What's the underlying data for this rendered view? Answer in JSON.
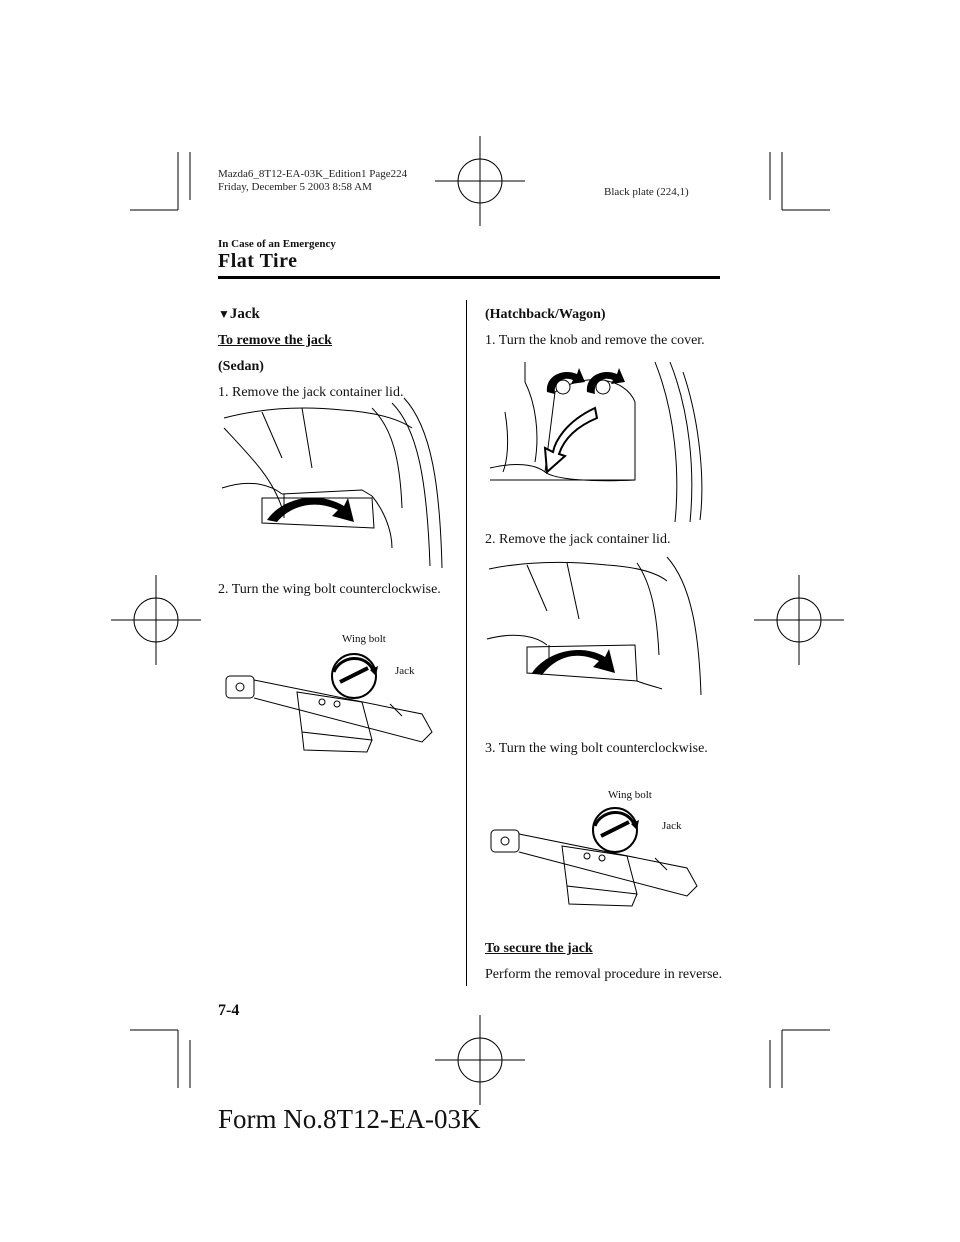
{
  "print_meta": {
    "line1": "Mazda6_8T12-EA-03K_Edition1 Page224",
    "line2": "Friday, December 5 2003 8:58 AM",
    "plate": "Black plate (224,1)"
  },
  "header": {
    "section_label": "In Case of an Emergency",
    "title": "Flat Tire"
  },
  "left": {
    "heading_marker": "▼",
    "heading": "Jack",
    "subheading": "To remove the jack",
    "variant": "(Sedan)",
    "step1": "1.  Remove the jack container lid.",
    "step2": "2.  Turn the wing bolt counterclockwise.",
    "label_wing_bolt": "Wing bolt",
    "label_jack": "Jack"
  },
  "right": {
    "variant": "(Hatchback/Wagon)",
    "step1": "1.  Turn the knob and remove the cover.",
    "step2": "2.  Remove the jack container lid.",
    "step3": "3.  Turn the wing bolt counterclockwise.",
    "label_wing_bolt": "Wing bolt",
    "label_jack": "Jack",
    "subheading": "To secure the jack",
    "secure_text": "Perform the removal procedure in reverse."
  },
  "footer": {
    "page_number": "7-4",
    "form_number": "Form No.8T12-EA-03K"
  }
}
